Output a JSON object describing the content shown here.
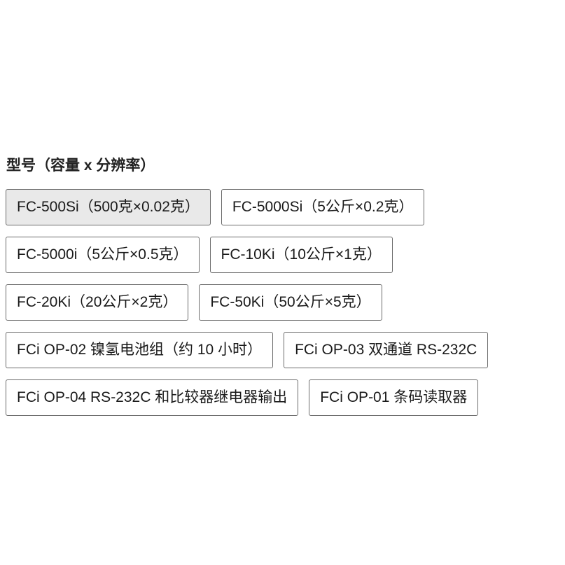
{
  "variant_selector": {
    "title": "型号（容量 x 分辨率）",
    "selected_index": 0,
    "options": [
      "FC-500Si（500克×0.02克）",
      "FC-5000Si（5公斤×0.2克）",
      "FC-5000i（5公斤×0.5克）",
      "FC-10Ki（10公斤×1克）",
      "FC-20Ki（20公斤×2克）",
      "FC-50Ki（50公斤×5克）",
      "FCi OP-02 镍氢电池组（约 10 小时）",
      "FCi OP-03 双通道 RS-232C",
      "FCi OP-04 RS-232C 和比较器继电器输出",
      "FCi OP-01 条码读取器"
    ]
  },
  "colors": {
    "selected_background": "#e9e9e9",
    "border": "#6b6b6b",
    "text": "#1a1a1a"
  }
}
